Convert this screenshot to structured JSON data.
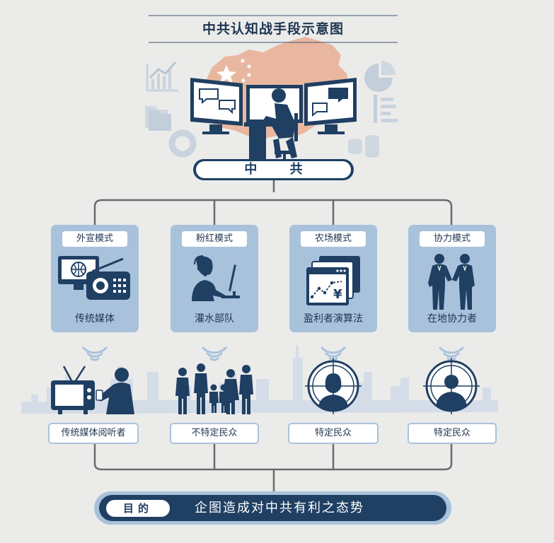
{
  "title": "中共认知战手段示意图",
  "center_label": "中 共",
  "colors": {
    "navy": "#1f3f63",
    "light_blue": "#a9c2dc",
    "map_orange": "#e9b79f",
    "line_gray": "#6b6b6b"
  },
  "modes": [
    {
      "tag": "外宣模式",
      "label": "传统媒体",
      "icon": "monitor-radio-icon"
    },
    {
      "tag": "粉红模式",
      "label": "灌水部队",
      "icon": "typing-person-icon"
    },
    {
      "tag": "农场模式",
      "label": "盈利者演算法",
      "icon": "algorithm-window-icon"
    },
    {
      "tag": "协力模式",
      "label": "在地协力者",
      "icon": "handshake-icon"
    }
  ],
  "audiences": [
    {
      "label": "传统媒体阅听者",
      "icon": "tv-and-phone-user-icon"
    },
    {
      "label": "不特定民众",
      "icon": "crowd-icon"
    },
    {
      "label": "特定民众",
      "icon": "target-woman-icon"
    },
    {
      "label": "特定民众",
      "icon": "target-man-icon"
    }
  ],
  "goal": {
    "tag": "目的",
    "text": "企图造成对中共有利之态势"
  }
}
